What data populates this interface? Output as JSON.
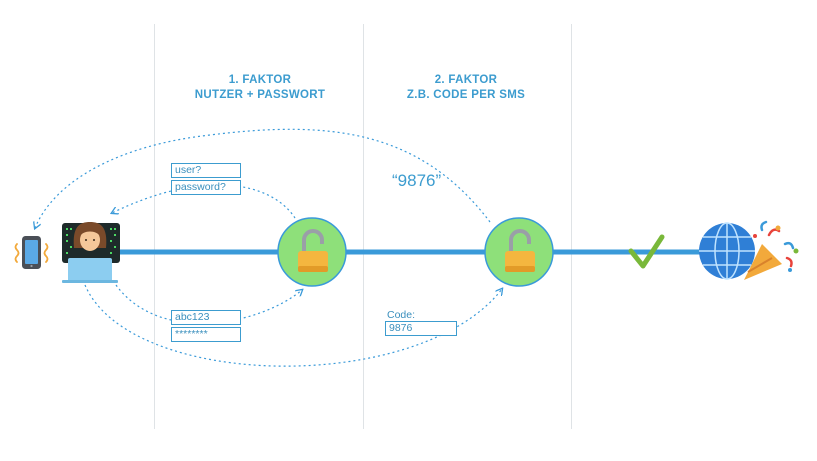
{
  "stages": [
    {
      "line1": "1. FAKTOR",
      "line2": "NUTZER + PASSWORT"
    },
    {
      "line1": "2. FAKTOR",
      "line2": "Z.B. CODE PER SMS"
    }
  ],
  "prompt_fields": [
    "user?",
    "password?"
  ],
  "credential_fields": [
    "abc123",
    "********"
  ],
  "sms_code": "“9876”",
  "code_entry": {
    "label": "Code:",
    "value": "9876"
  },
  "icons": {
    "phone": "mobile-phone-vibrating-icon",
    "user": "person-at-laptop-icon",
    "lock1": "unlocked-padlock-icon",
    "lock2": "unlocked-padlock-icon",
    "check": "check-mark-icon",
    "globe": "globe-icon",
    "party": "party-popper-icon"
  },
  "colors": {
    "flow_line": "#3a9ad9",
    "lock_circle": "#8ee07a",
    "padlock": "#f4b63f",
    "text_blue": "#3c9ccf",
    "check": "#79b83a"
  }
}
